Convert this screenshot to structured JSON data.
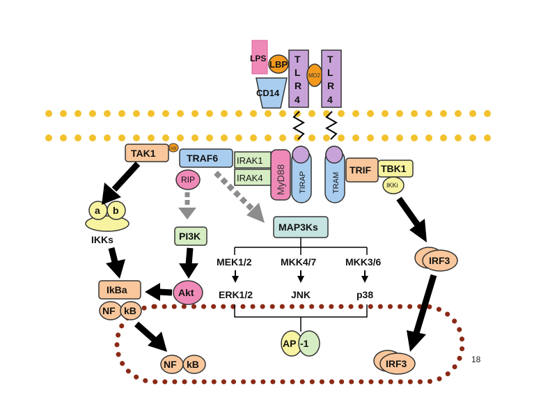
{
  "slide": {
    "page_number": "18"
  },
  "receptor": {
    "lps": "LPS",
    "lbp": "LBP",
    "cd14": "CD14",
    "md2": "MD2",
    "tlr4_left": [
      "T",
      "L",
      "R",
      "4"
    ],
    "tlr4_right": [
      "T",
      "L",
      "R",
      "4"
    ]
  },
  "adaptors": {
    "tirap": "TIRAP",
    "myd88": "MyD88",
    "irak1": "IRAK1",
    "irak4": "IRAK4",
    "tram": "TRAM",
    "trif": "TRIF"
  },
  "left_pathway": {
    "tak1": "TAK1",
    "tab": "TAB",
    "traf6": "TRAF6",
    "rip": "RIP",
    "pi3k": "PI3K",
    "akt": "Akt",
    "ikk_a": "a",
    "ikk_b": "b",
    "ikks": "IKKs",
    "ikba": "IkBa",
    "nf": "NF",
    "kb": "kB"
  },
  "mapk": {
    "map3ks": "MAP3Ks",
    "mek12": "MEK1/2",
    "mkk47": "MKK4/7",
    "mkk36": "MKK3/6",
    "erk12": "ERK1/2",
    "jnk": "JNK",
    "p38": "p38",
    "ap": "AP",
    "ap1": "-1"
  },
  "right_pathway": {
    "tbk1": "TBK1",
    "ikki": "IKKi",
    "irf3": "IRF3"
  },
  "nucleus": {
    "nf": "NF",
    "kb": "kB",
    "irf3": "IRF3"
  },
  "colors": {
    "membrane": "#f2c22e",
    "nucleus_border": "#8a2a16",
    "orange_fill": "#f9c79b",
    "green_fill": "#d6ecc3",
    "blue_fill": "#a9cdef",
    "purple_fill": "#c8a3d9",
    "pink_fill": "#ef8ab8",
    "yellow_fill": "#f7f3a0",
    "teal_fill": "#c5e3e0",
    "arrow_black": "#000000",
    "arrow_gray": "#8c8c8c"
  }
}
